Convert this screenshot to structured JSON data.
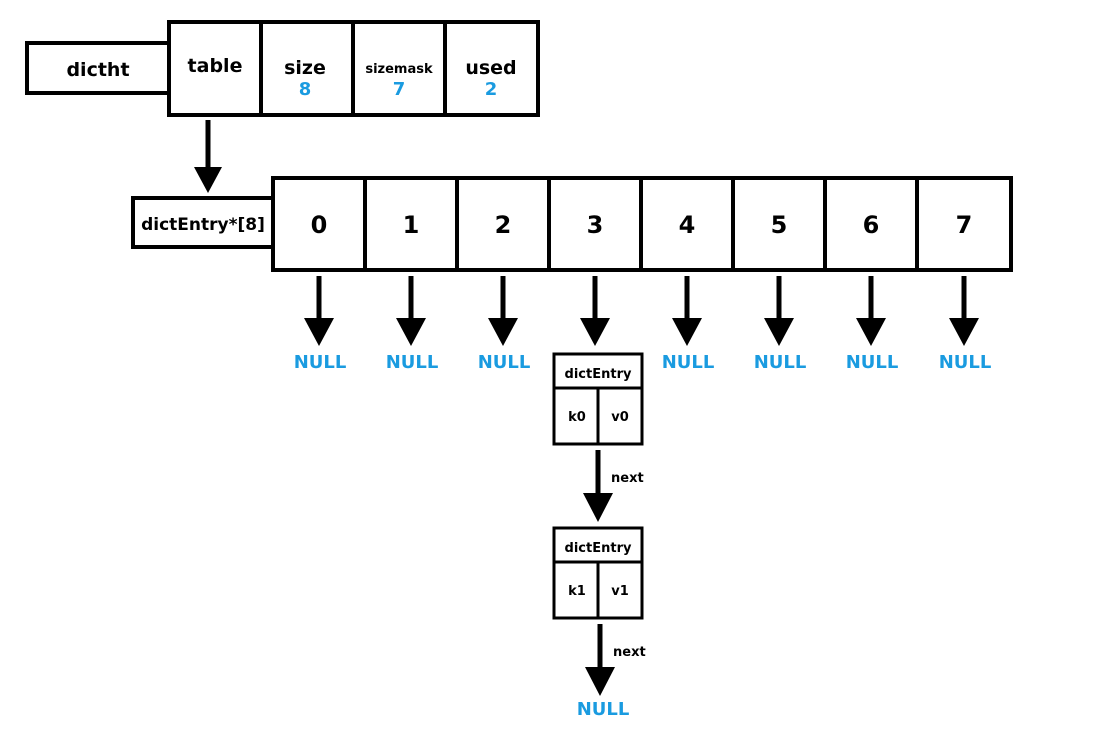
{
  "dictht": {
    "label": "dictht",
    "fields": [
      {
        "name": "table",
        "value": ""
      },
      {
        "name": "size",
        "value": "8"
      },
      {
        "name": "sizemask",
        "value": "7"
      },
      {
        "name": "used",
        "value": "2"
      }
    ]
  },
  "table_array": {
    "label": "dictEntry*[8]",
    "indices": [
      "0",
      "1",
      "2",
      "3",
      "4",
      "5",
      "6",
      "7"
    ]
  },
  "null_label": "NULL",
  "entries": [
    {
      "title": "dictEntry",
      "key": "k0",
      "value": "v0",
      "next_label": "next"
    },
    {
      "title": "dictEntry",
      "key": "k1",
      "value": "v1",
      "next_label": "next"
    }
  ],
  "colors": {
    "value_blue": "#1a9be0",
    "line": "#000000"
  }
}
